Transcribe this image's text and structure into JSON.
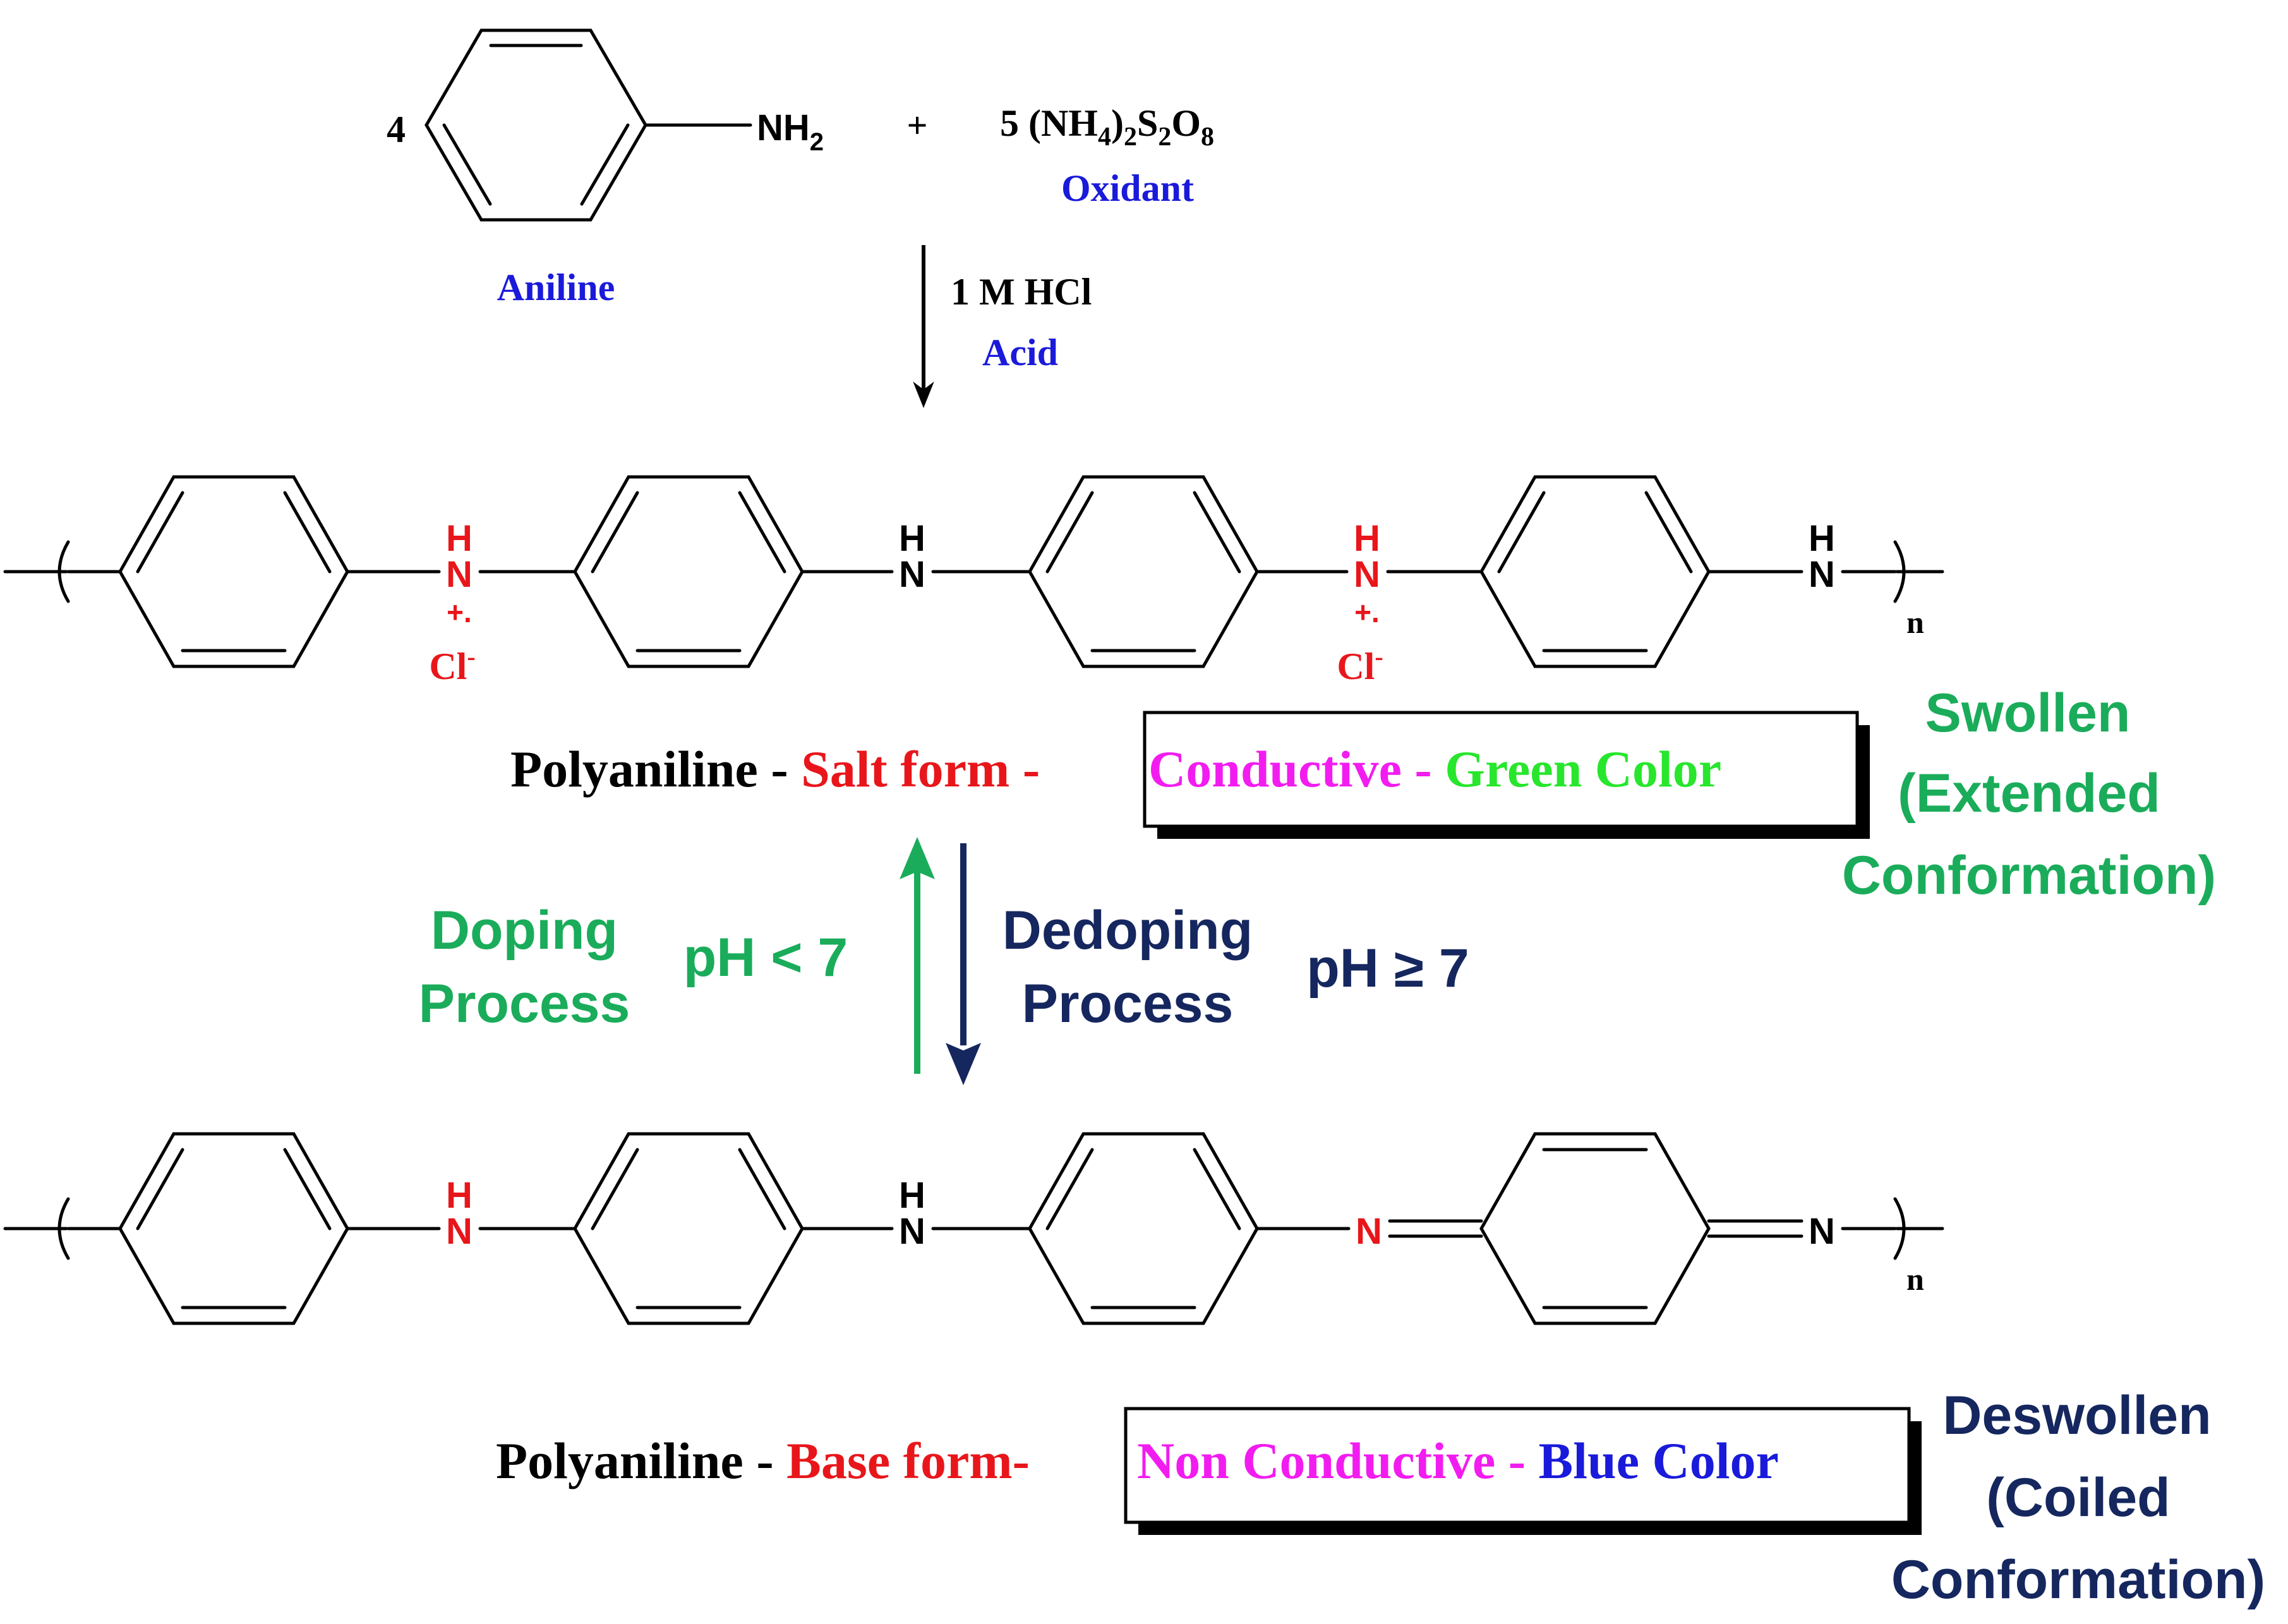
{
  "colors": {
    "black": "#000000",
    "blue": "#1a1adb",
    "red": "#e8161b",
    "magenta": "#f21cf0",
    "lightgreen": "#27e62c",
    "green": "#1aac5a",
    "navy": "#15275e"
  },
  "reaction": {
    "aniline_coefficient": "4",
    "amine_group": "NH2",
    "plus": "+",
    "oxidant_formula": "5 (NH4)2S2O8",
    "aniline_label": "Aniline",
    "oxidant_label": "Oxidant",
    "condition": "1 M HCl",
    "condition_label": "Acid"
  },
  "salt_chain": {
    "nh_labels": [
      "H",
      "N",
      "H",
      "N",
      "H",
      "N",
      "H",
      "N"
    ],
    "charge": "+.",
    "counter_ion": "Cl-",
    "repeat_subscript": "n"
  },
  "base_chain": {
    "amine_labels": [
      "H",
      "N",
      "H",
      "N"
    ],
    "imine_labels": [
      "N",
      "N"
    ],
    "repeat_subscript": "n"
  },
  "salt_form": {
    "prefix": "Polyaniline - ",
    "form": "Salt form - ",
    "property": "Conductive - ",
    "color_text": "Green Color",
    "state_line1": "Swollen",
    "state_line2": "(Extended",
    "state_line3": "Conformation)"
  },
  "equilibrium": {
    "doping_line1": "Doping",
    "doping_line2": "Process",
    "doping_ph": "pH < 7",
    "dedoping_line1": "Dedoping",
    "dedoping_line2": "Process",
    "dedoping_ph": "pH ≥ 7"
  },
  "base_form": {
    "prefix": "Polyaniline - ",
    "form": "Base form-",
    "property": "Non Conductive - ",
    "color_text": "Blue Color",
    "state_line1": "Deswollen",
    "state_line2": "(Coiled",
    "state_line3": "Conformation)"
  }
}
